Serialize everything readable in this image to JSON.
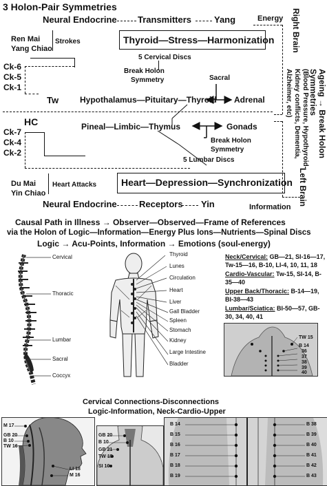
{
  "title": "3 Holon-Pair Symmetries",
  "top": {
    "neural_endocrine": "Neural Endocrine",
    "transmitters": "Transmitters",
    "yang": "Yang",
    "energy": "Energy",
    "ren_mai": "Ren Mai",
    "yang_chiao": "Yang Chiao",
    "strokes": "Strokes",
    "box1": "Thyroid—Stress—Harmonization",
    "cervical_discs": "5 Cervical Discs",
    "break_holon_1": "Break Holon",
    "symmetry_1": "Symmetry",
    "sacral": "Sacral",
    "ck6": "Ck-6",
    "ck5": "Ck-5",
    "ck1": "Ck-1",
    "tw": "Tw",
    "hpt": "Hypothalamus—Pituitary—Thyroid",
    "adrenal": "Adrenal",
    "hc": "HC",
    "ck7": "Ck-7",
    "ck4": "Ck-4",
    "ck2": "Ck-2",
    "plt": "Pineal—Limbic—Thymus",
    "gonads": "Gonads",
    "break_holon_2": "Break Holon",
    "symmetry_2": "Symmetry",
    "lumbar_discs": "5 Lumbar Discs",
    "du_mai": "Du Mai",
    "yin_chiao": "Yin Chiao",
    "heart_attacks": "Heart Attacks",
    "box2": "Heart—Depression—Synchronization",
    "neural_endocrine_2": "Neural Endocrine",
    "receptors": "Receptors",
    "yin": "Yin",
    "information": "Information",
    "right_brain": "Right Brain",
    "left_brain": "Left Brain",
    "ageing_1": "Ageing → Break Holon",
    "ageing_2": "Symmetries",
    "ageing_3": "(Blood Pressure, Hypothyroid-",
    "ageing_4": "Kidney conflicts, Dementia,",
    "ageing_5": "Alzheimer, etc)"
  },
  "causal": {
    "line1": "Causal Path in Illness → Observer—Observed—Frame of References",
    "line2": "via the Holon of Logic—Information—Energy Plus Ions—Nutrients—Spinal Discs",
    "line3": "Logic → Acu-Points, Information → Emotions (soul-energy)"
  },
  "spine_labels": [
    "Cervical",
    "Thoracic",
    "Lumbar",
    "Sacral",
    "Coccyx"
  ],
  "organ_labels": [
    "Thyroid",
    "Lunes",
    "Circulation",
    "Heart",
    "Liver",
    "Gall Bladder",
    "Spleen",
    "Stomach",
    "Kidney",
    "Large Intestine",
    "Bladder"
  ],
  "points": {
    "neck_title": "Neck/Cervical:",
    "neck_text1": " GB—21, SI-16—17,",
    "neck_text2": "Tw-15—16, B-10, LI-4, 10, 11, 18",
    "cardio_title": "Cardio-Vascular:",
    "cardio_text1": " Tw-15, SI-14, B-",
    "cardio_text2": "35—40",
    "upper_title": "Upper Back/Thoracic:",
    "upper_text1": " B-14—19,",
    "upper_text2": "BI-38—43",
    "lumbar_title": "Lumbar/Sciatica:",
    "lumbar_text1": " BI-50—57, GB-",
    "lumbar_text2": "30, 34, 40, 41"
  },
  "back_labels": [
    "TW 15",
    "B 14",
    "36",
    "37",
    "38",
    "39",
    "40"
  ],
  "cervical_title": "Cervical Connections-Disconnections",
  "cervical_subtitle": "Logic-Information, Neck-Cardio-Upper",
  "bottom_panel1_labels": [
    "M 17",
    "GB 20",
    "B 10",
    "TW 16",
    "LI 18",
    "M 16"
  ],
  "bottom_panel2_labels": [
    "GB 20",
    "B 10",
    "GB 21",
    "TW 15",
    "SI 10"
  ],
  "bottom_panel3_left": [
    "B 14",
    "B 15",
    "B 16",
    "B 17",
    "B 18",
    "B 19"
  ],
  "bottom_panel3_right": [
    "B 38",
    "B 39",
    "B 40",
    "B 41",
    "B 42",
    "B 43"
  ]
}
